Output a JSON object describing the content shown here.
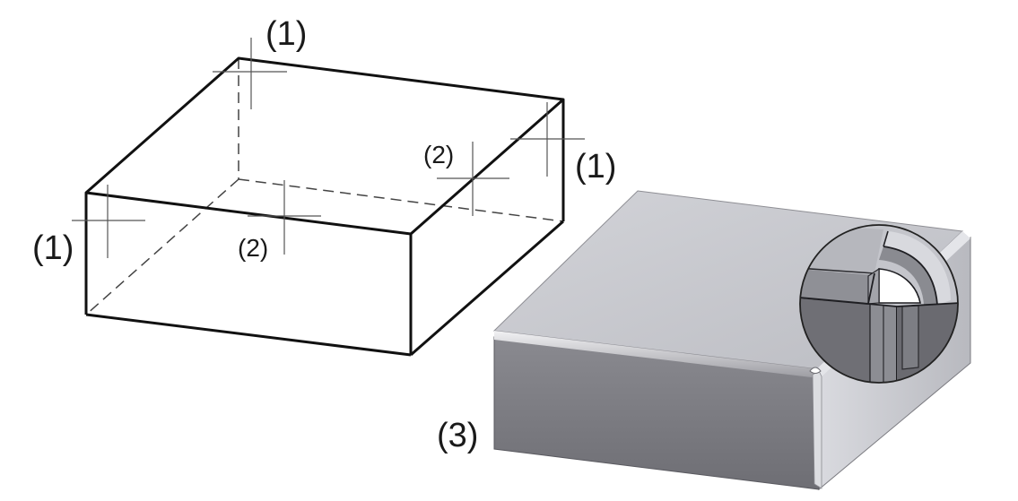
{
  "labels": {
    "corner_top": "(1)",
    "corner_right": "(1)",
    "corner_left": "(1)",
    "edge_mid_right": "(2)",
    "edge_mid_front": "(2)",
    "result": "(3)"
  },
  "colors": {
    "line": "#111111",
    "hidden_line": "#444444",
    "crosshair": "#555555",
    "top_face": "#c9cad0",
    "front_face": "#7a7a80",
    "side_face": "#bfc0c6",
    "zoom_outline": "#222222"
  }
}
